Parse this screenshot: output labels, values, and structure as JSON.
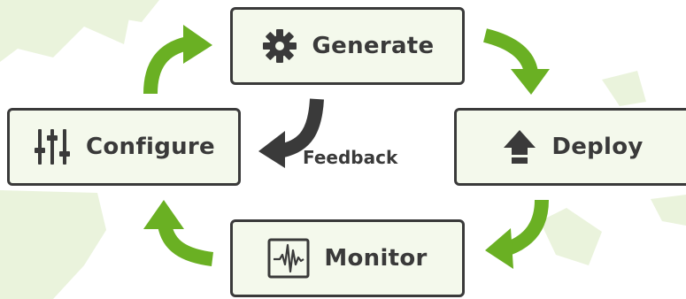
{
  "stages": {
    "generate": {
      "label": "Generate",
      "icon": "gear-icon"
    },
    "deploy": {
      "label": "Deploy",
      "icon": "upload-arrow-icon"
    },
    "monitor": {
      "label": "Monitor",
      "icon": "waveform-monitor-icon"
    },
    "configure": {
      "label": "Configure",
      "icon": "sliders-icon"
    }
  },
  "feedback_label": "Feedback",
  "colors": {
    "arrow_green": "#6ab023",
    "feedback_arrow": "#3a3a3a",
    "box_fill": "#f4f9ec",
    "box_border": "#3a3a3a",
    "text": "#3a3a3a",
    "background_shapes": "#eaf3dc"
  }
}
